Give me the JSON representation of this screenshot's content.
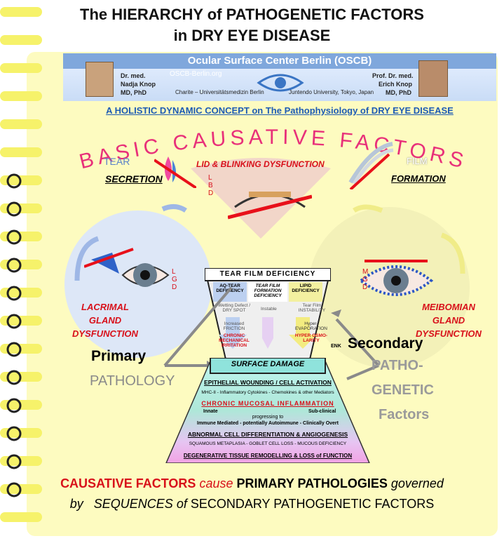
{
  "title": {
    "line1": "The HIERARCHY of PATHOGENETIC FACTORS",
    "line2": "in DRY EYE DISEASE"
  },
  "header": {
    "center_name": "Ocular Surface Center Berlin (OSCB)",
    "website": "OSCB-Berlin.org",
    "left_person": {
      "title": "Dr. med.",
      "name": "Nadja Knop",
      "degree": "MD, PhD",
      "affiliation": "Charite – Universitätsmedizin Berlin"
    },
    "right_person": {
      "title": "Prof. Dr. med.",
      "name": "Erich Knop",
      "degree": "MD, PhD",
      "affiliation": "Juntendo University, Tokyo, Japan"
    }
  },
  "concept_line": "A HOLISTIC DYNAMIC CONCEPT on The Pathophysiology of DRY EYE DISEASE",
  "basic_causative": "BASIC CAUSATIVE FACTORS",
  "factors": {
    "tear_secretion": {
      "line1": "TEAR",
      "line2": "SECRETION"
    },
    "lid_blinking": "LID & BLINKING DYSFUNCTION",
    "lbd_letters": [
      "L",
      "B",
      "D"
    ],
    "film_formation": {
      "line1": "FILM",
      "line2": "FORMATION"
    },
    "lacrimal": [
      "LACRIMAL",
      "GLAND",
      "DYSFUNCTION"
    ],
    "lgd_letters": [
      "L",
      "G",
      "D"
    ],
    "meibomian": [
      "MEIBOMIAN",
      "GLAND",
      "DYSFUNCTION"
    ],
    "mgd_letters": [
      "M",
      "G",
      "D"
    ]
  },
  "tear_film": {
    "header": "TEAR FILM DEFICIENCY",
    "cols": [
      "AQ-TEAR DEFICIENCY",
      "TEAR FILM FORMATION DEFICIENCY",
      "LIPID DEFICIENCY"
    ],
    "wetting": "Wetting Defect / DRY SPOT",
    "instable": "Instable",
    "tear_film_instability": "Tear Film INSTABILITY",
    "increased_friction": "Increased FRICTION",
    "hyper_evap": "Hyper-EVAPORATION",
    "chronic_mech": "CHRONIC MECHANICAL IRRITATION",
    "hyper_osm": "HYPER OSMO-LARITY",
    "enk": "ENK"
  },
  "labels": {
    "primary": "Primary",
    "pathology": "PATHOLOGY",
    "secondary": "Secondary",
    "patho": "PATHO-",
    "genetic": "GENETIC",
    "factors": "Factors"
  },
  "pyramid": {
    "surface_damage": "SURFACE DAMAGE",
    "epithelial": "EPITHELIAL WOUNDING / CELL ACTIVATION",
    "mhc": "MHC-II - Inflammatory Cytokines - Chemokines & other Mediators",
    "chronic": "CHRONIC MUCOSAL INFLAMMATION",
    "innate": "Innate",
    "subclinical": "Sub-clinical",
    "progressing": "progressing to",
    "immune": "Immune Mediated - potentially Autoimmune - Clinically Overt",
    "abnormal": "ABNORMAL CELL DIFFERENTIATION & ANGIOGENESIS",
    "squamous": "SQUAMOUS METAPLASIA - GOBLET CELL LOSS - MUCOUS DEFICIENCY",
    "degenerative": "DEGENERATIVE TISSUE REMODELLING & LOSS of FUNCTION"
  },
  "bottom": {
    "l1a": "CAUSATIVE FACTORS",
    "l1b": "cause",
    "l1c": "PRIMARY PATHOLOGIES",
    "l1d": "governed",
    "l2a": "by",
    "l2b": "SEQUENCES",
    "l2c": "of",
    "l2d": "SECONDARY PATHOGENETIC FACTORS"
  },
  "colors": {
    "red": "#d8101a",
    "blue": "#1d5bb4",
    "pink": "#e8307a"
  }
}
